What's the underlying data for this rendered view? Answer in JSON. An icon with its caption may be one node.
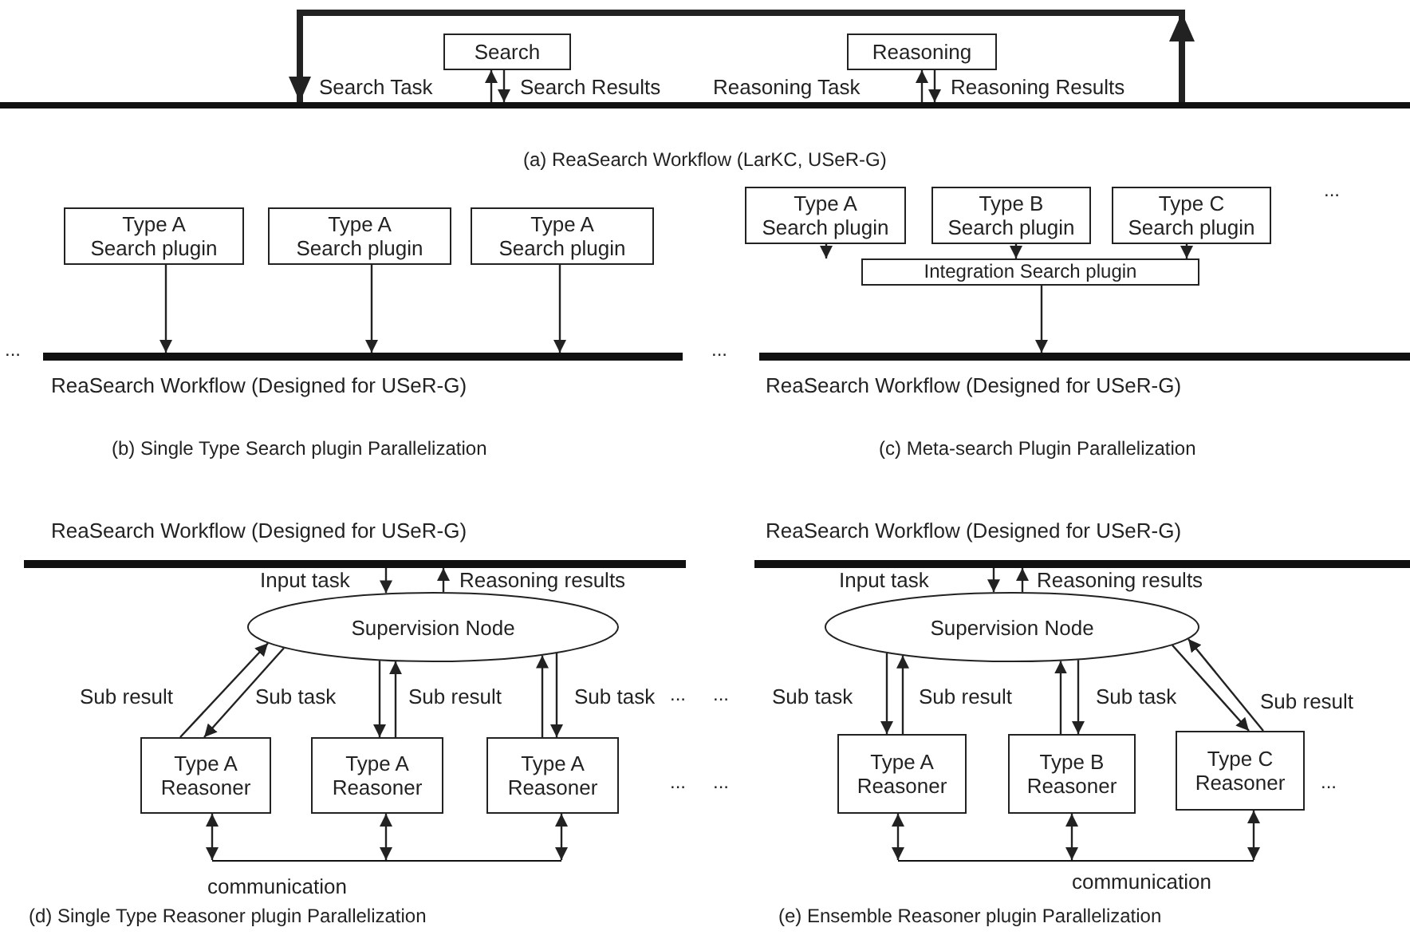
{
  "diagram": {
    "nodes": [
      {
        "text": [],
        "shape": "bar"
      },
      {
        "text": [
          "Search"
        ]
      },
      {
        "text": [
          "Reasoning"
        ]
      },
      {
        "text": [
          "Type A Search plugin"
        ]
      },
      {
        "text": [
          "Type A Search plugin"
        ]
      },
      {
        "text": [
          "Type A Search plugin"
        ]
      },
      {
        "text": [],
        "shape": "bar",
        "beside": [
          "ReaSearch Workflow (Designed for USeR-G)"
        ]
      },
      {
        "text": [
          "Type A Search plugin"
        ]
      },
      {
        "text": [
          "Type B Search plugin"
        ]
      },
      {
        "text": [
          "Type C Search plugin"
        ]
      },
      {
        "text": [
          "Integration Search plugin"
        ]
      },
      {
        "text": [],
        "shape": "bar",
        "beside": [
          "ReaSearch Workflow (Designed for USeR-G)"
        ]
      },
      {
        "text": [],
        "shape": "bar",
        "beside": [
          "ReaSearch Workflow (Designed for USeR-G)"
        ]
      },
      {
        "text": [
          "Supervision Node"
        ]
      },
      {
        "text": [
          "Type A Reasoner"
        ]
      },
      {
        "text": [
          "Type A Reasoner"
        ]
      },
      {
        "text": [
          "Type A Reasoner"
        ]
      },
      {
        "text": [],
        "shape": "bar",
        "beside": [
          "communication"
        ]
      },
      {
        "text": [],
        "shape": "bar",
        "beside": [
          "ReaSearch Workflow (Designed for USeR-G)"
        ]
      },
      {
        "text": [
          "Supervision Node"
        ]
      },
      {
        "text": [
          "Type A Reasoner"
        ]
      },
      {
        "text": [
          "Type B Reasoner"
        ]
      },
      {
        "text": [
          "Type C Reasoner"
        ]
      },
      {
        "text": [],
        "shape": "bar",
        "beside": [
          "communication"
        ]
      }
    ],
    "edges": [
      {
        "from": 0,
        "to": 0,
        "arrow": "to",
        "style": "thick"
      },
      {
        "from": 0,
        "to": 1,
        "arrow": "to",
        "label": "Search Task"
      },
      {
        "from": 1,
        "to": 0,
        "arrow": "to",
        "label": "Search Results"
      },
      {
        "from": 0,
        "to": 2,
        "arrow": "to",
        "label": "Reasoning Task"
      },
      {
        "from": 2,
        "to": 0,
        "arrow": "to",
        "label": "Reasoning Results"
      },
      {
        "from": 3,
        "to": 6,
        "arrow": "to"
      },
      {
        "from": 4,
        "to": 6,
        "arrow": "to"
      },
      {
        "from": 5,
        "to": 6,
        "arrow": "to"
      },
      {
        "from": 7,
        "to": 10,
        "arrow": "to"
      },
      {
        "from": 8,
        "to": 10,
        "arrow": "to"
      },
      {
        "from": 9,
        "to": 10,
        "arrow": "to"
      },
      {
        "from": 10,
        "to": 11,
        "arrow": "to"
      },
      {
        "from": 12,
        "to": 13,
        "arrow": "to",
        "label": "Input task"
      },
      {
        "from": 13,
        "to": 12,
        "arrow": "to",
        "label": "Reasoning results"
      },
      {
        "from": 14,
        "to": 13,
        "arrow": "to",
        "label": "Sub result"
      },
      {
        "from": 13,
        "to": 14,
        "arrow": "to",
        "label": "Sub task"
      },
      {
        "from": 13,
        "to": 15,
        "arrow": "to"
      },
      {
        "from": 15,
        "to": 13,
        "arrow": "to",
        "label": "Sub result"
      },
      {
        "from": 16,
        "to": 13,
        "arrow": "to"
      },
      {
        "from": 13,
        "to": 16,
        "arrow": "to",
        "label": "Sub task"
      },
      {
        "from": 14,
        "to": 17,
        "arrow": "both"
      },
      {
        "from": 15,
        "to": 17,
        "arrow": "both"
      },
      {
        "from": 16,
        "to": 17,
        "arrow": "both"
      },
      {
        "from": 18,
        "to": 19,
        "arrow": "to",
        "label": "Input task"
      },
      {
        "from": 19,
        "to": 18,
        "arrow": "to",
        "label": "Reasoning results"
      },
      {
        "from": 19,
        "to": 20,
        "arrow": "to",
        "label": "Sub task"
      },
      {
        "from": 20,
        "to": 19,
        "arrow": "to",
        "label": "Sub result"
      },
      {
        "from": 21,
        "to": 19,
        "arrow": "to"
      },
      {
        "from": 19,
        "to": 21,
        "arrow": "to",
        "label": "Sub task"
      },
      {
        "from": 19,
        "to": 22,
        "arrow": "to"
      },
      {
        "from": 22,
        "to": 19,
        "arrow": "to",
        "label": "Sub result"
      },
      {
        "from": 20,
        "to": 23,
        "arrow": "both"
      },
      {
        "from": 21,
        "to": 23,
        "arrow": "both"
      },
      {
        "from": 22,
        "to": 23,
        "arrow": "both"
      }
    ],
    "labels": [
      "(a) ReaSearch Workflow (LarKC, USeR-G)",
      "...",
      "...",
      "...",
      "(b) Single Type Search plugin Parallelization",
      "(c) Meta-search Plugin Parallelization",
      "...",
      "...",
      "...",
      "...",
      "...",
      "(d) Single Type Reasoner plugin Parallelization",
      "(e) Ensemble Reasoner plugin Parallelization"
    ]
  }
}
